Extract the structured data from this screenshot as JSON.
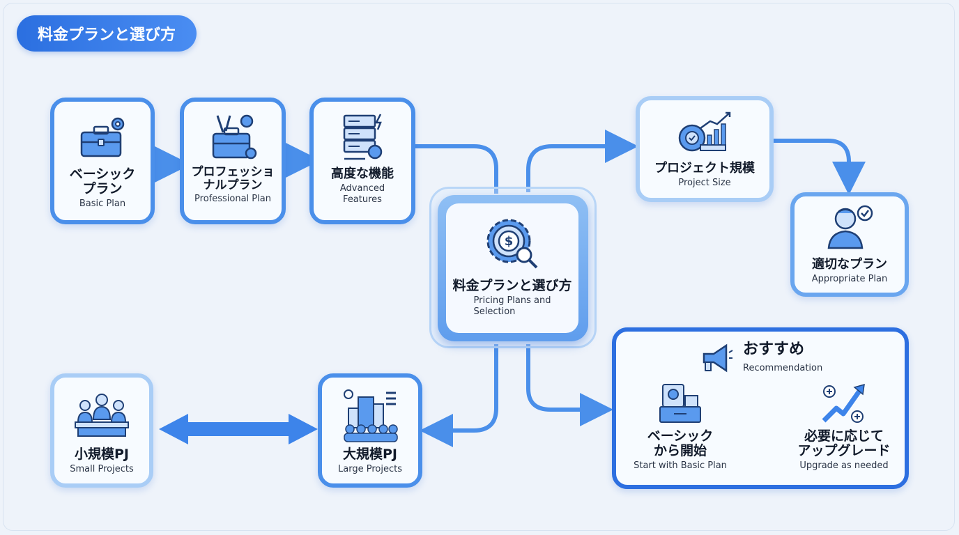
{
  "header": {
    "title": "料金プランと選び方"
  },
  "cards": {
    "basic": {
      "jp": "ベーシック\nプラン",
      "en": "Basic Plan",
      "icon": "toolbox-gear-icon"
    },
    "professional": {
      "jp": "プロフェッショ\nナルプラン",
      "en": "Professional Plan",
      "icon": "briefcase-tools-icon"
    },
    "advanced": {
      "jp": "高度な機能",
      "en": "Advanced\nFeatures",
      "icon": "server-gear-icon"
    },
    "project_size": {
      "jp": "プロジェクト規模",
      "en": "Project Size",
      "icon": "tape-measure-chart-icon"
    },
    "appropriate": {
      "jp": "適切なプラン",
      "en": "Appropriate Plan",
      "icon": "person-check-icon"
    },
    "small": {
      "jp": "小規模PJ",
      "en": "Small Projects",
      "icon": "small-team-icon"
    },
    "large": {
      "jp": "大規模PJ",
      "en": "Large Projects",
      "icon": "city-crowd-icon"
    }
  },
  "center": {
    "jp": "料金プランと選び方",
    "en": "Pricing Plans and\nSelection",
    "icon": "dollar-gear-magnifier-icon"
  },
  "recommendation": {
    "jp": "おすすめ",
    "en": "Recommendation",
    "icon": "megaphone-icon",
    "start": {
      "jp": "ベーシック\nから開始",
      "en": "Start with Basic Plan",
      "icon": "box-gear-icon"
    },
    "upgrade": {
      "jp": "必要に応じて\nアップグレード",
      "en": "Upgrade as needed",
      "icon": "growth-arrow-plus-icon"
    }
  },
  "colors": {
    "accent": "#2d6fe0",
    "accent_light": "#4a8fea",
    "pale": "#a9cdf6",
    "background": "#eef3fa"
  }
}
